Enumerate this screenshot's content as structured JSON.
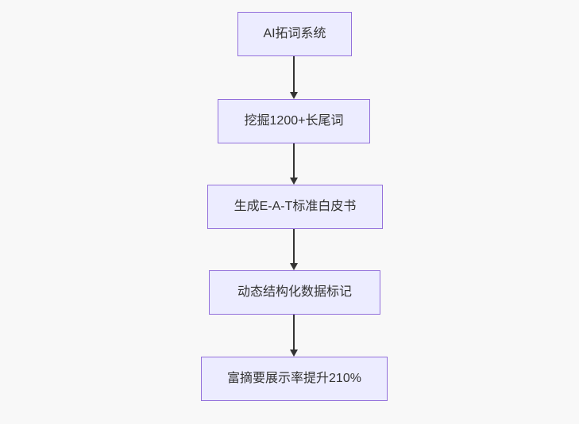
{
  "flowchart": {
    "type": "flowchart",
    "direction": "top-down",
    "nodes": [
      {
        "id": "step-1",
        "label": "AI拓词系统"
      },
      {
        "id": "step-2",
        "label": "挖掘1200+长尾词"
      },
      {
        "id": "step-3",
        "label": "生成E-A-T标准白皮书"
      },
      {
        "id": "step-4",
        "label": "动态结构化数据标记"
      },
      {
        "id": "step-5",
        "label": "富摘要展示率提升210%"
      }
    ],
    "edges": [
      {
        "from": "step-1",
        "to": "step-2",
        "label": ""
      },
      {
        "from": "step-2",
        "to": "step-3",
        "label": ""
      },
      {
        "from": "step-3",
        "to": "step-4",
        "label": ""
      },
      {
        "from": "step-4",
        "to": "step-5",
        "label": ""
      }
    ],
    "colors": {
      "node_fill": "#ECECFF",
      "node_border": "#9370DB",
      "arrow": "#333333",
      "text": "#333333",
      "background": "#f8f8f8"
    }
  }
}
